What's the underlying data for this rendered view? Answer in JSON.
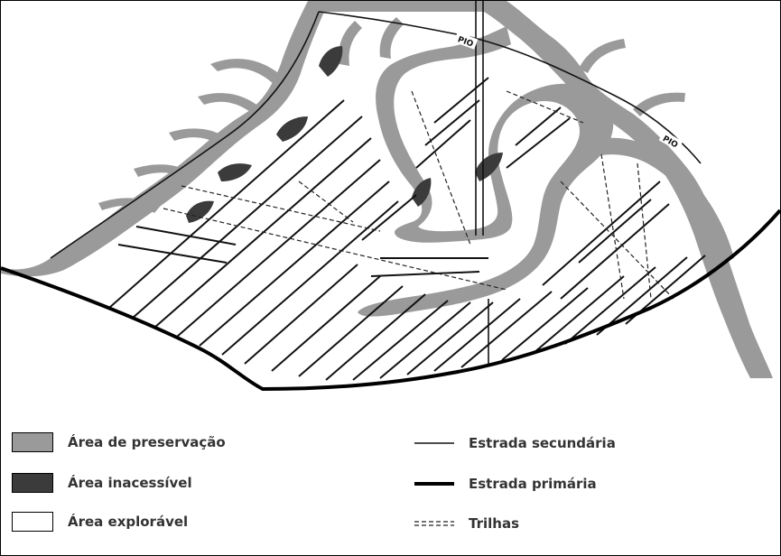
{
  "colors": {
    "preservation": "#9a9a9a",
    "inaccessible": "#3b3b3b",
    "explorable": "#ffffff",
    "lines": "#111111"
  },
  "map": {
    "road_code_1": "PIO",
    "road_code_2": "PIO"
  },
  "legend": {
    "preservation": "Área de preservação",
    "inaccessible": "Área inacessível",
    "explorable": "Área explorável",
    "secondary_road": "Estrada secundária",
    "primary_road": "Estrada primária",
    "trails": "Trilhas"
  }
}
